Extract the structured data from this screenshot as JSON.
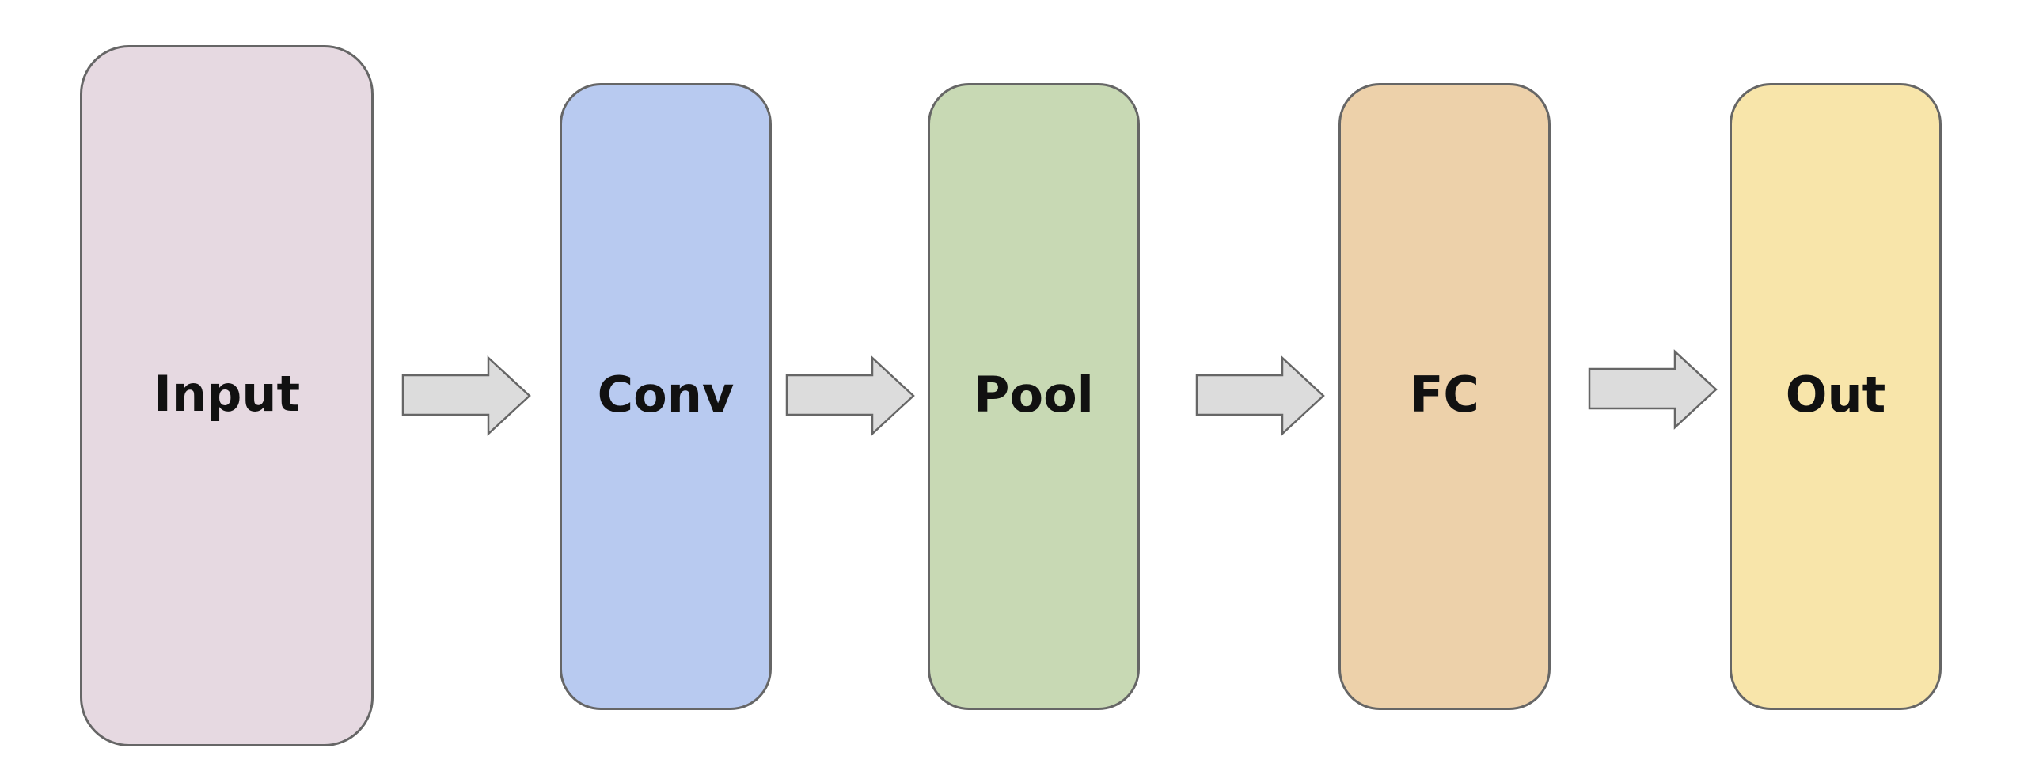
{
  "diagram": {
    "blocks": [
      {
        "id": "input",
        "label": "Input",
        "color": "#e6d9e1"
      },
      {
        "id": "conv",
        "label": "Conv",
        "color": "#b8caf0"
      },
      {
        "id": "pool",
        "label": "Pool",
        "color": "#c8d9b4"
      },
      {
        "id": "fc",
        "label": "FC",
        "color": "#edd1aa"
      },
      {
        "id": "out",
        "label": "Out",
        "color": "#f8e5aa"
      }
    ],
    "connectors": [
      {
        "from": "input",
        "to": "conv",
        "style": "block-arrow",
        "fill": "#dcdcdc"
      },
      {
        "from": "conv",
        "to": "pool",
        "style": "block-arrow",
        "fill": "#dcdcdc"
      },
      {
        "from": "pool",
        "to": "fc",
        "style": "block-arrow",
        "fill": "#dcdcdc"
      },
      {
        "from": "fc",
        "to": "out",
        "style": "block-arrow",
        "fill": "#dcdcdc"
      }
    ],
    "border_color": "#666666"
  }
}
